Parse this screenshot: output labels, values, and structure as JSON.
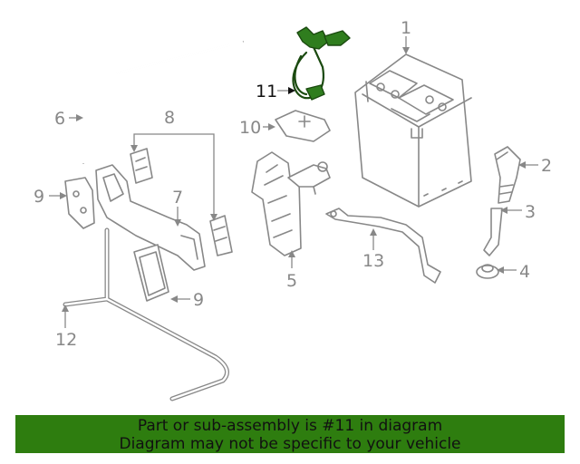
{
  "diagram": {
    "highlighted_part": "11",
    "callouts": [
      "1",
      "2",
      "3",
      "4",
      "5",
      "6",
      "7",
      "8",
      "9",
      "9",
      "10",
      "11",
      "12",
      "13"
    ],
    "colors": {
      "highlight": "#2f7d1e",
      "banner": "#2e7d0f",
      "lines": "#888888"
    }
  },
  "banner": {
    "line1": "Part or sub-assembly is #11 in diagram",
    "line2": "Diagram may not be specific to your vehicle"
  }
}
